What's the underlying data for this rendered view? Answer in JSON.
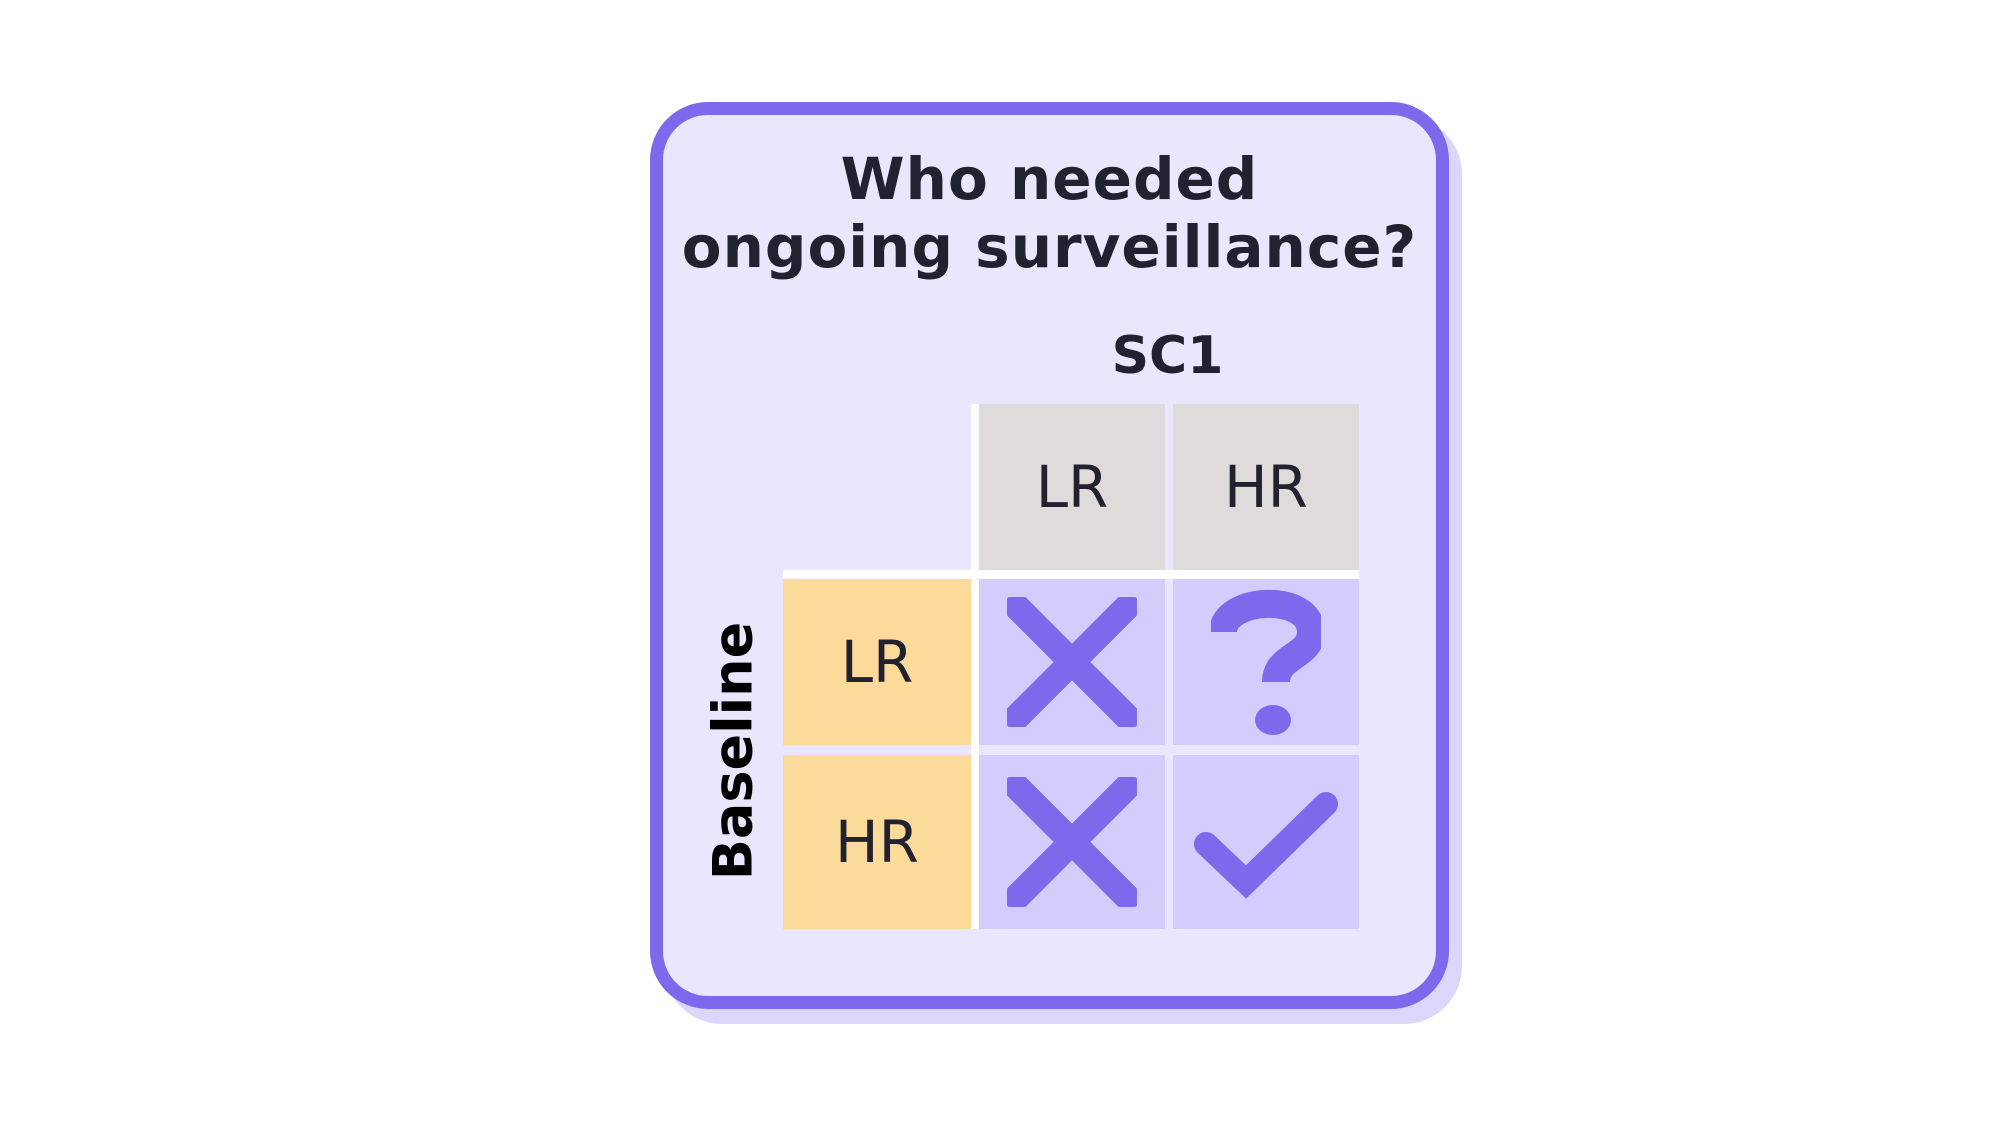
{
  "title": {
    "line1": "Who needed",
    "line2": "ongoing surveillance?"
  },
  "column_axis_label": "SC1",
  "row_axis_label": "Baseline",
  "columns": [
    "LR",
    "HR"
  ],
  "rows": [
    {
      "label": "LR",
      "cells": [
        "cross-icon",
        "question-icon"
      ]
    },
    {
      "label": "HR",
      "cells": [
        "cross-icon",
        "check-icon"
      ]
    }
  ],
  "colors": {
    "accent": "#7e69ec",
    "card": "#eae6fd",
    "header": "#e0dbdb",
    "row_header": "#fcda9a",
    "cell": "#d4ccfc"
  }
}
